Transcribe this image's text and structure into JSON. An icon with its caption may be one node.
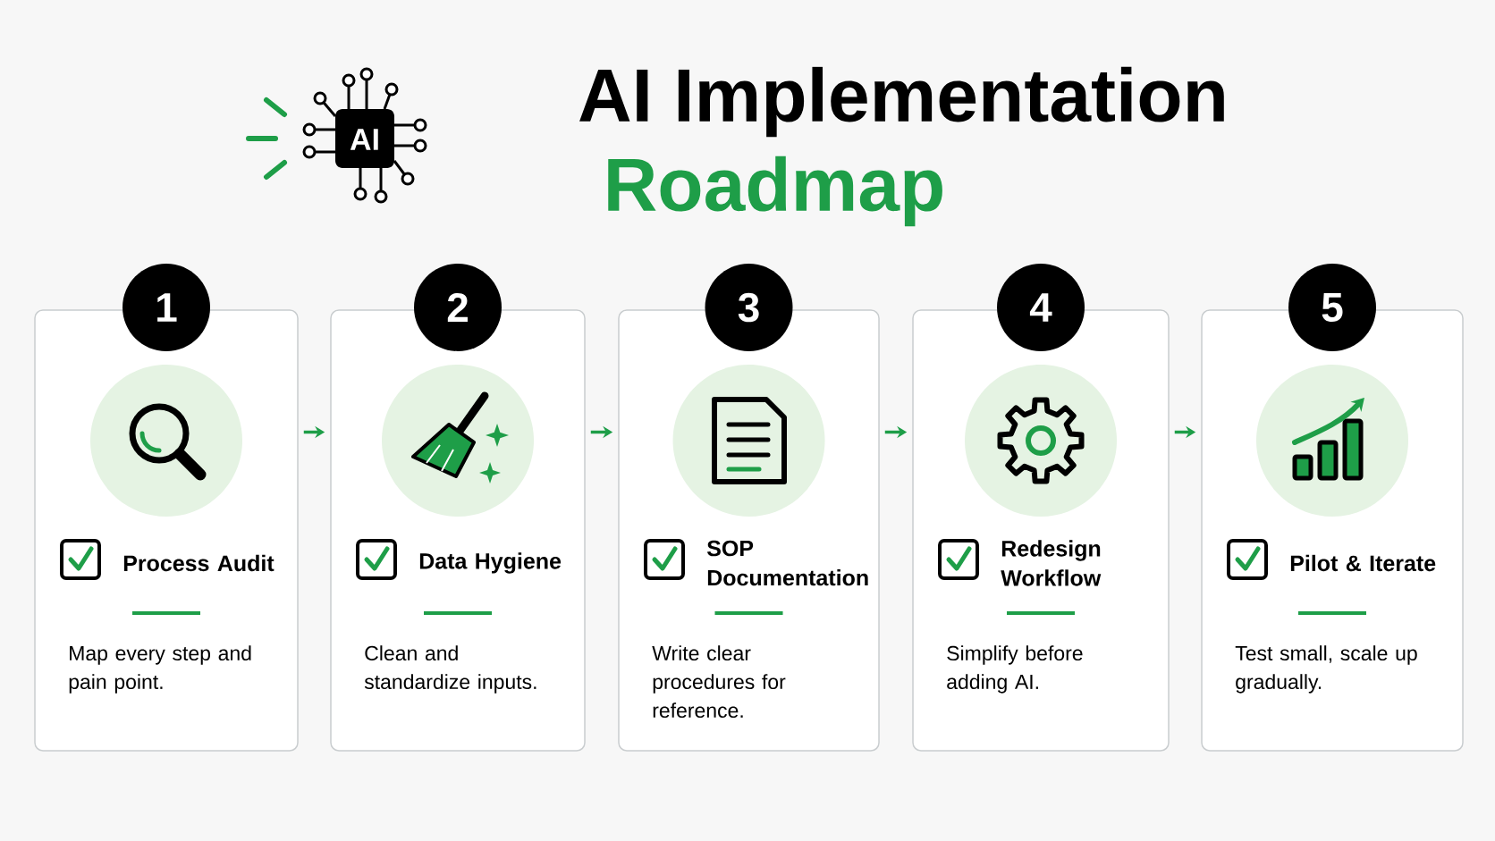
{
  "diagram": {
    "title": "AI Implementation",
    "nodes": [
      {
        "text": [
          "1"
        ]
      },
      {
        "text": [
          "Process Audit",
          "Map every step and pain point."
        ]
      },
      {
        "text": [
          "2"
        ]
      },
      {
        "text": [
          "Data Hygiene",
          "Clean and standardize inputs."
        ]
      },
      {
        "text": [
          "3"
        ]
      },
      {
        "text": [
          "SOP Documentation",
          "Write clear procedures for reference."
        ]
      },
      {
        "text": [
          "4"
        ]
      },
      {
        "text": [
          "Redesign Workflow",
          "Simplify before adding AI."
        ]
      },
      {
        "text": [
          "5"
        ]
      },
      {
        "text": [
          "Pilot & Iterate",
          "Test small, scale up gradually."
        ]
      }
    ],
    "edges": [
      {
        "from": 1,
        "to": 3,
        "arrow": "to"
      },
      {
        "from": 3,
        "to": 5,
        "arrow": "to"
      },
      {
        "from": 5,
        "to": 7,
        "arrow": "to"
      },
      {
        "from": 7,
        "to": 9,
        "arrow": "to"
      }
    ],
    "labels": [
      "AI",
      "Roadmap"
    ]
  }
}
